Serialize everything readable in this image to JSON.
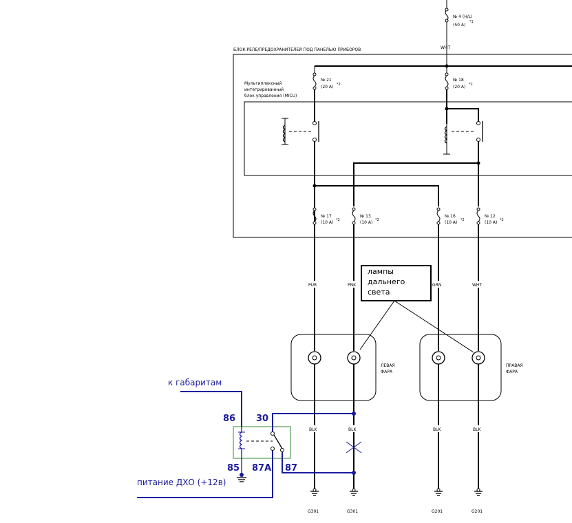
{
  "colors": {
    "wire": "#000000",
    "added_wire": "#1a1a9c",
    "relay_box": "#2e8b2e"
  },
  "fuse_relay_box": {
    "title": "БЛОК РЕЛЕ/ПРЕДОХРАНИТЕЛЕЙ ПОД ПАНЕЛЬЮ ПРИБОРОВ"
  },
  "micu": {
    "line1": "Мультиплексный",
    "line2": "интегрированный",
    "line3": "блок управления (MICU)"
  },
  "fuses": {
    "f4": {
      "label": "№ 4 (H/L)",
      "rating": "(50 A)",
      "note": "*1"
    },
    "f21": {
      "label": "№ 21",
      "rating": "(20 A)",
      "note": "*2"
    },
    "f18": {
      "label": "№ 18",
      "rating": "(20 A)",
      "note": "*2"
    },
    "f17": {
      "label": "№ 17",
      "rating": "(10 A)",
      "note": "*2"
    },
    "f13": {
      "label": "№ 13",
      "rating": "(10 A)",
      "note": "*2"
    },
    "f16": {
      "label": "№ 16",
      "rating": "(10 A)",
      "note": "*2"
    },
    "f12": {
      "label": "№ 12",
      "rating": "(10 A)",
      "note": "*2"
    }
  },
  "wires": {
    "top": "WHT",
    "pur": "PUR",
    "pnk": "PNK",
    "grn": "GRN",
    "wht": "WHT",
    "blk": "BLK"
  },
  "callout": {
    "line1": "лампы",
    "line2": "дальнего",
    "line3": "света"
  },
  "headlights": {
    "left": {
      "line1": "ЛЕВАЯ",
      "line2": "ФАРА"
    },
    "right": {
      "line1": "ПРАВАЯ",
      "line2": "ФАРА"
    }
  },
  "grounds": {
    "g1": "G301",
    "g2": "G301",
    "g3": "G201",
    "g4": "G201"
  },
  "drl_relay": {
    "pin86": "86",
    "pin85": "85",
    "pin30": "30",
    "pin87a": "87A",
    "pin87": "87",
    "to_parking": "к габаритам",
    "power": "питание ДХО (+12в)"
  }
}
